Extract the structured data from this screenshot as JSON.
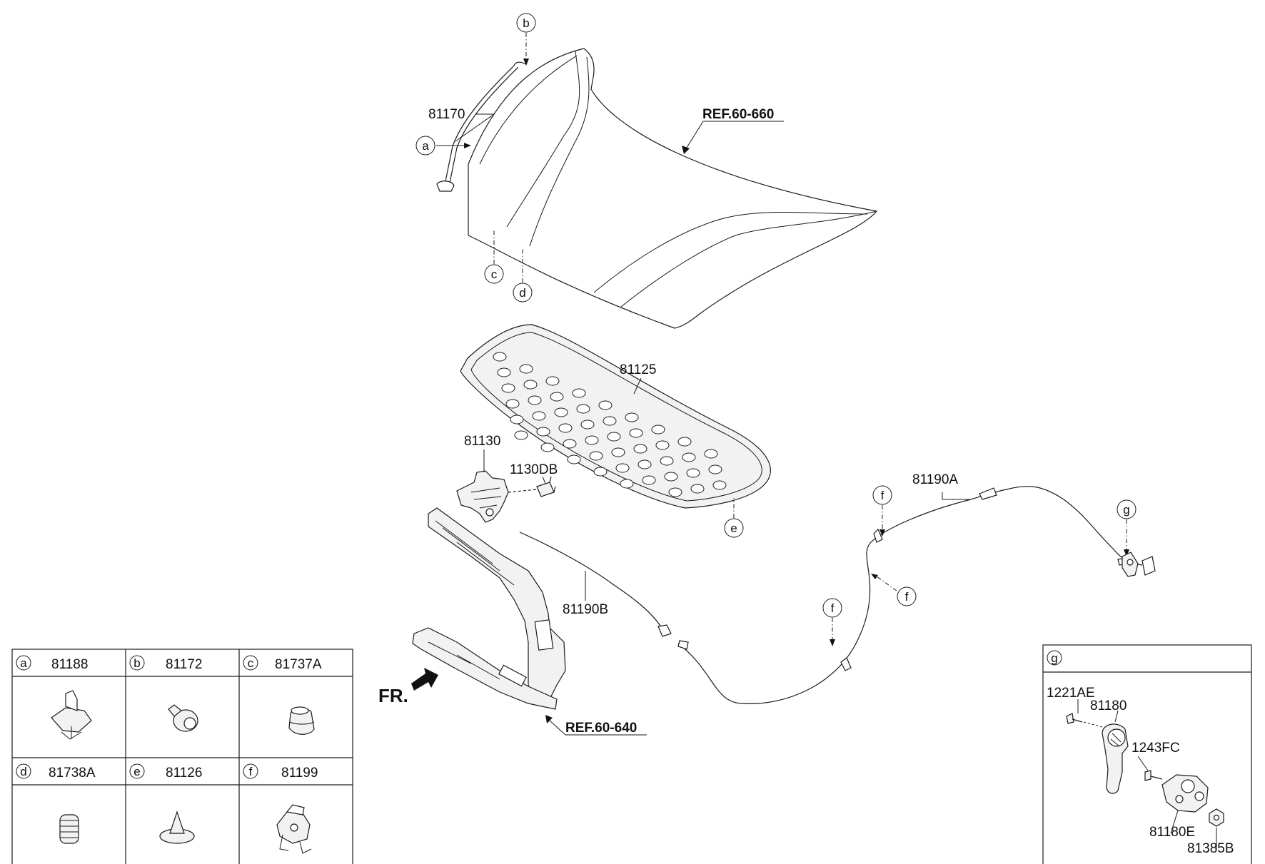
{
  "main_labels": {
    "stay_rod": "81170",
    "hood_ref": "REF.60-660",
    "insulator": "81125",
    "latch": "81130",
    "latch_bolt": "1130DB",
    "cable_a": "81190A",
    "cable_b": "81190B",
    "front_ref": "REF.60-640",
    "front_dir": "FR."
  },
  "callouts": {
    "a": "a",
    "b": "b",
    "c": "c",
    "d": "d",
    "e": "e",
    "f1": "f",
    "f2": "f",
    "f3": "f",
    "g": "g"
  },
  "legend_table": {
    "cells": [
      {
        "letter": "a",
        "part": "81188"
      },
      {
        "letter": "b",
        "part": "81172"
      },
      {
        "letter": "c",
        "part": "81737A"
      },
      {
        "letter": "d",
        "part": "81738A"
      },
      {
        "letter": "e",
        "part": "81126"
      },
      {
        "letter": "f",
        "part": "81199"
      }
    ]
  },
  "detail_g": {
    "letter": "g",
    "labels": {
      "bolt_1": "1221AE",
      "handle": "81180",
      "bolt_2": "1243FC",
      "bracket": "81180E",
      "nut": "81385B"
    }
  }
}
